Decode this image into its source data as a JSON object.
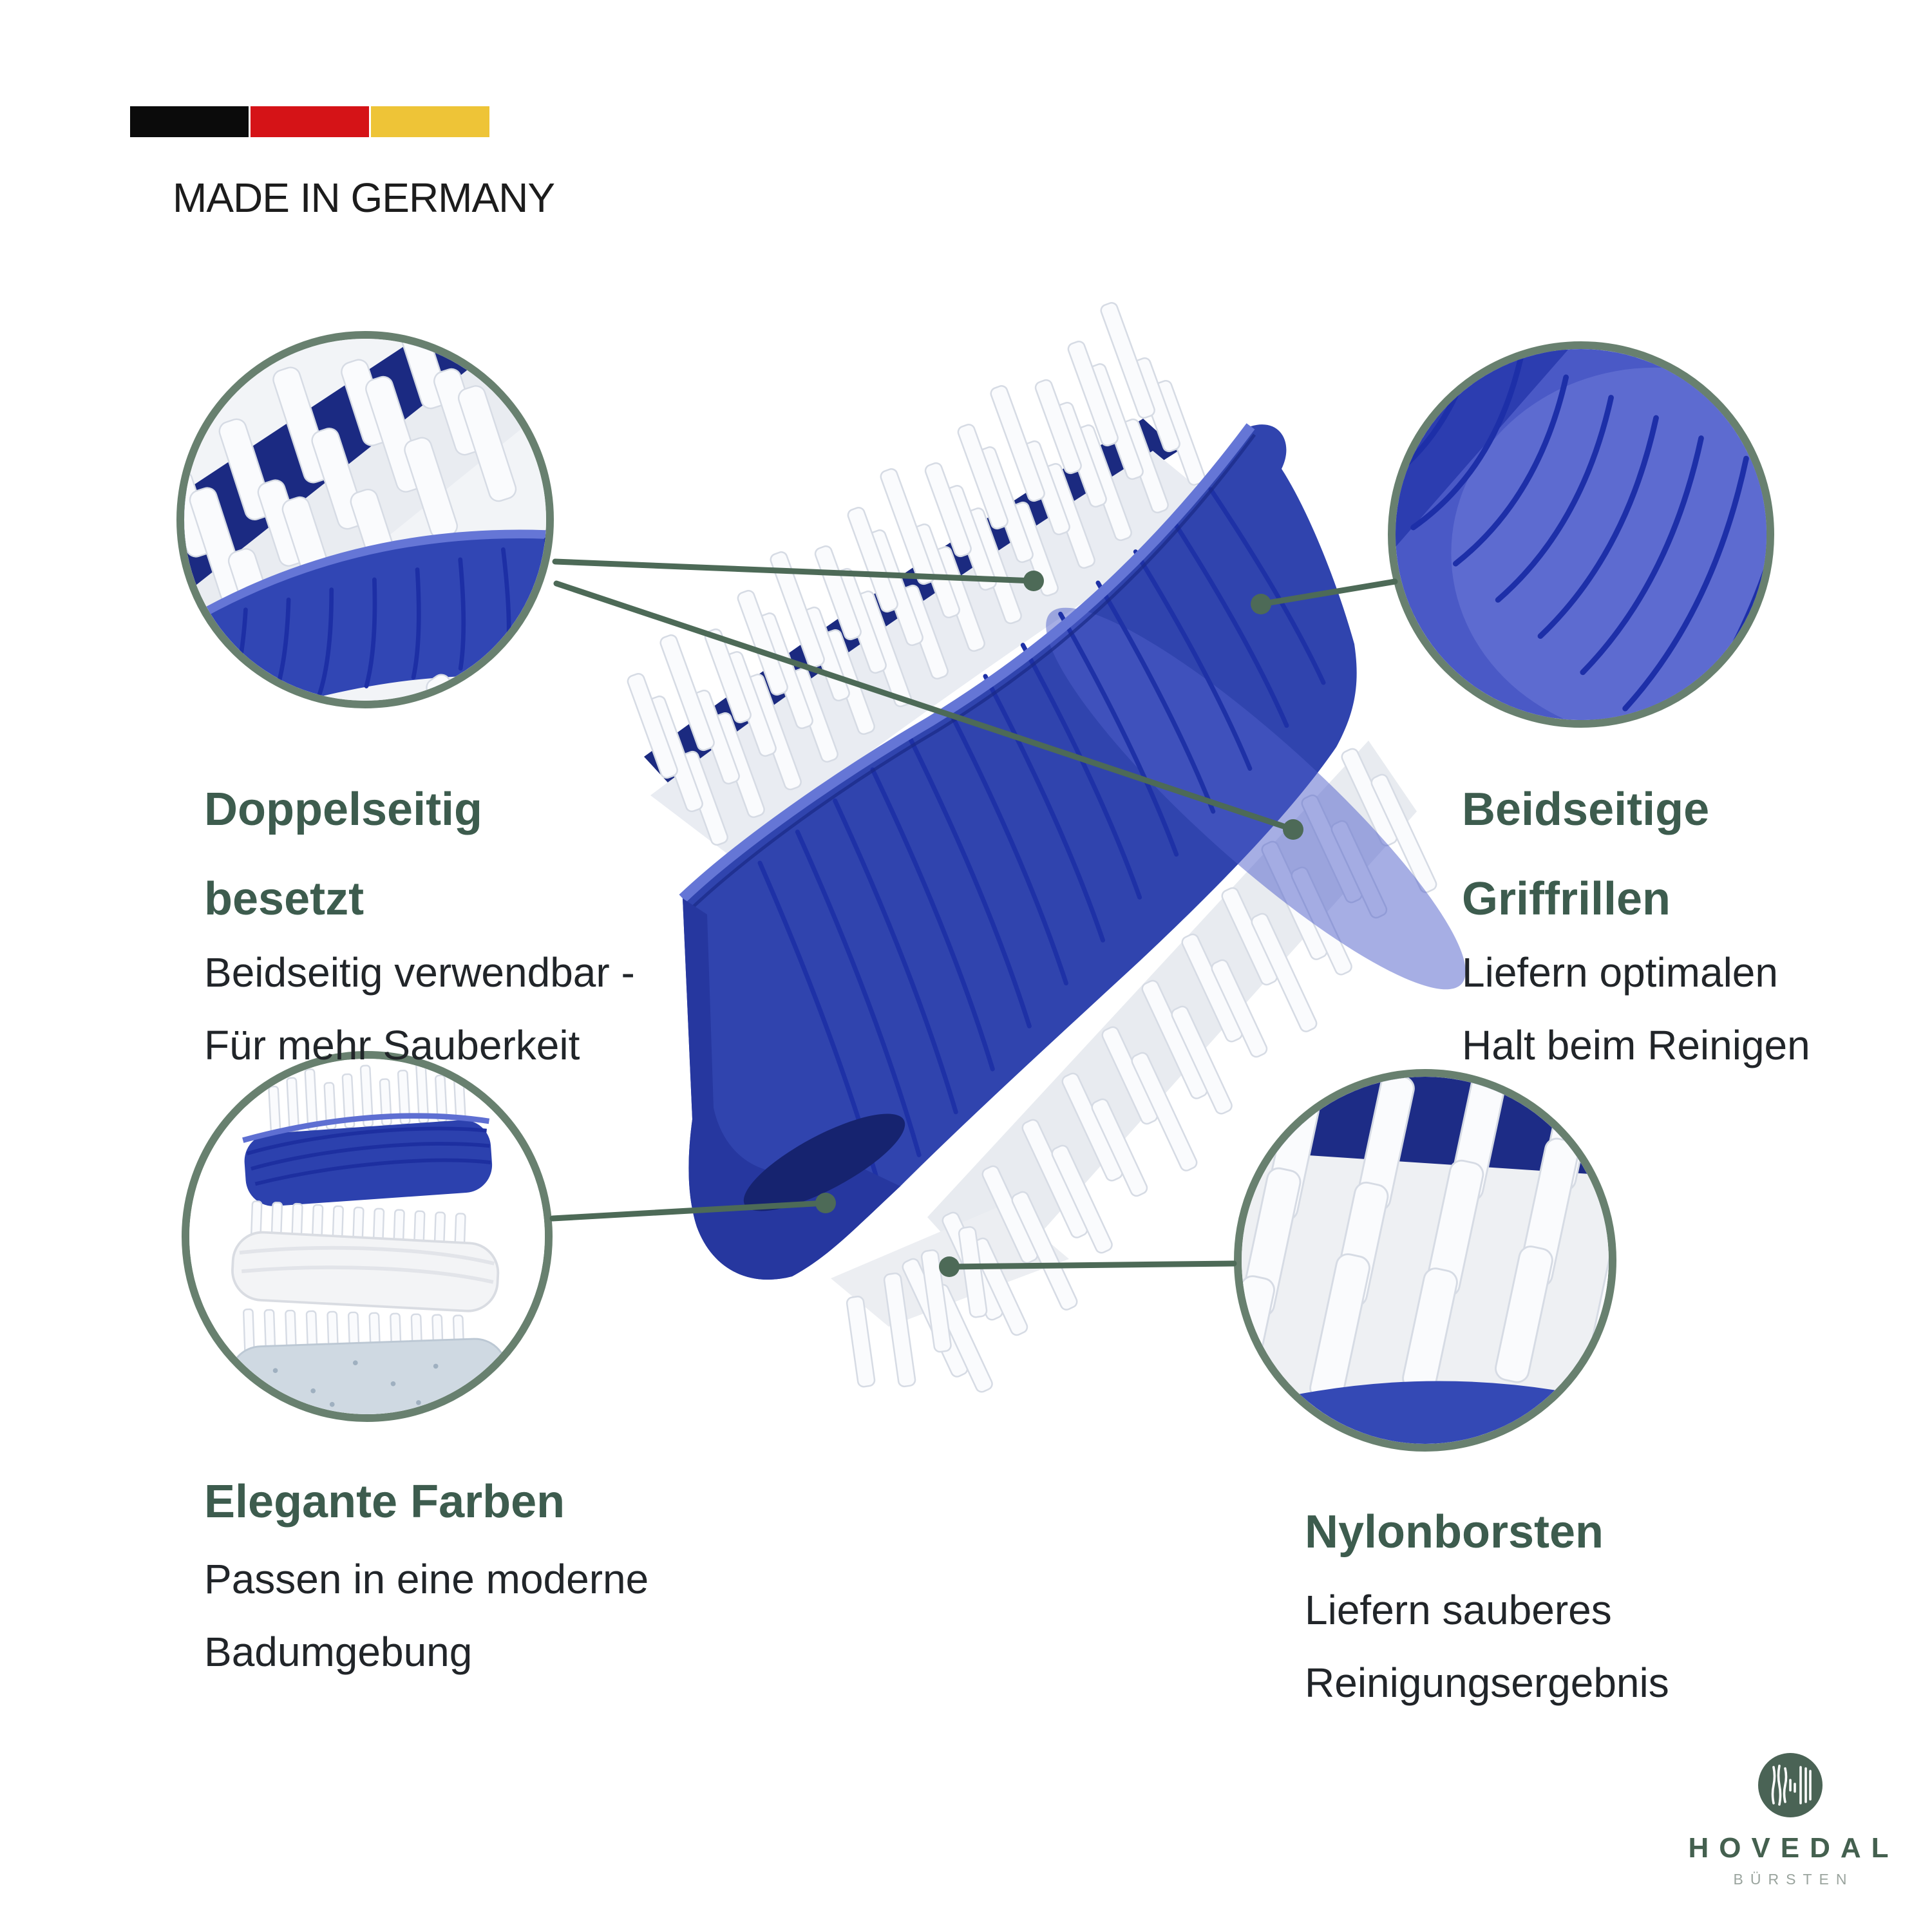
{
  "badge": {
    "label": "MADE IN GERMANY",
    "flag_colors": [
      "#0b0b0b",
      "#d51317",
      "#eec437"
    ]
  },
  "features": [
    {
      "id": "double-sided",
      "title_lines": [
        "Doppelseitig",
        "besetzt"
      ],
      "description_lines": [
        "Beidseitig verwendbar -",
        "Für mehr Sauberkeit"
      ]
    },
    {
      "id": "grip-grooves",
      "title_lines": [
        "Beidseitige",
        "Griffrillen"
      ],
      "description_lines": [
        "Liefern optimalen",
        "Halt beim Reinigen"
      ]
    },
    {
      "id": "elegant-colors",
      "title_lines": [
        "Elegante Farben"
      ],
      "description_lines": [
        "Passen in eine moderne",
        "Badumgebung"
      ]
    },
    {
      "id": "nylon-bristles",
      "title_lines": [
        "Nylonborsten"
      ],
      "description_lines": [
        "Liefern sauberes",
        "Reinigungsergebnis"
      ]
    }
  ],
  "brand": {
    "name": "HOVEDAL",
    "subtitle": "BÜRSTEN"
  },
  "colors": {
    "title_green": "#3d5c4e",
    "body_text": "#212529",
    "callout_line": "#4d6a57",
    "circle_ring": "#68806f",
    "brand_green": "#44604f",
    "brand_sub_gray": "#9aa49e",
    "product_blue": "#3044ae",
    "product_navy": "#1b2a80",
    "bristle_white": "#fafbfd"
  }
}
